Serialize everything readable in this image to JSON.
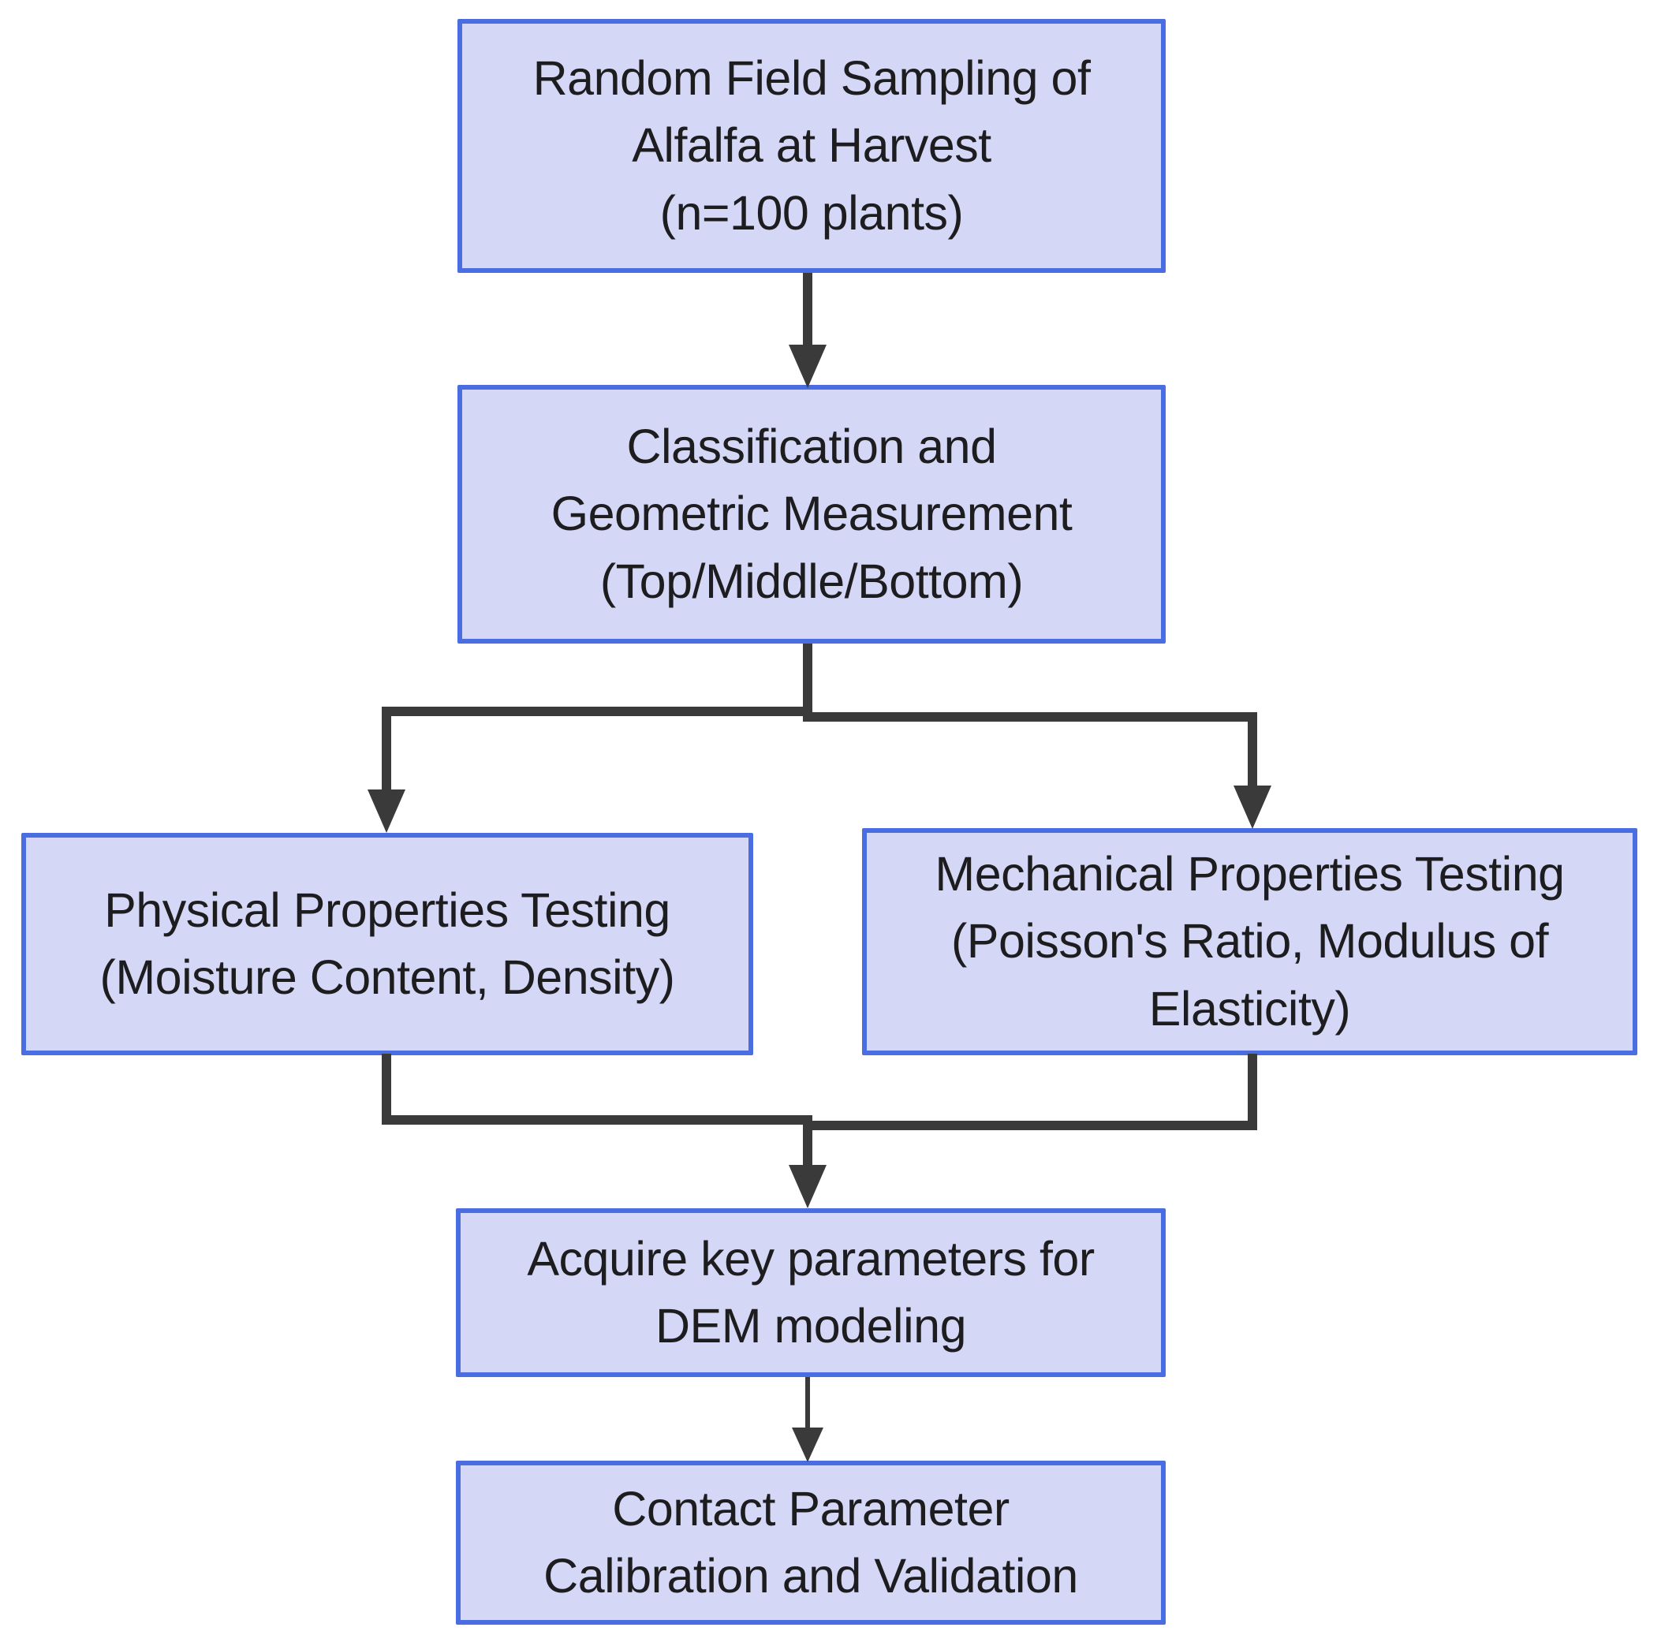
{
  "diagram": {
    "type": "flowchart",
    "nodes": [
      {
        "id": "sampling",
        "label": "Random Field Sampling of\nAlfalfa at Harvest\n(n=100 plants)"
      },
      {
        "id": "classification",
        "label": "Classification and\nGeometric Measurement\n(Top/Middle/Bottom)"
      },
      {
        "id": "physical",
        "label": "Physical Properties Testing\n(Moisture Content, Density)"
      },
      {
        "id": "mechanical",
        "label": "Mechanical Properties Testing\n(Poisson's Ratio, Modulus of\nElasticity)"
      },
      {
        "id": "acquire",
        "label": "Acquire key parameters for\nDEM modeling"
      },
      {
        "id": "contact",
        "label": "Contact Parameter\nCalibration and Validation"
      }
    ],
    "edges": [
      {
        "from": "sampling",
        "to": "classification"
      },
      {
        "from": "classification",
        "to": "physical"
      },
      {
        "from": "classification",
        "to": "mechanical"
      },
      {
        "from": "physical",
        "to": "acquire"
      },
      {
        "from": "mechanical",
        "to": "acquire"
      },
      {
        "from": "acquire",
        "to": "contact"
      }
    ],
    "colors": {
      "node_fill": "#d4d7f5",
      "node_border": "#4a6ee1",
      "connector": "#3a3a3a",
      "text": "#1d1d1f",
      "background": "#ffffff"
    }
  }
}
